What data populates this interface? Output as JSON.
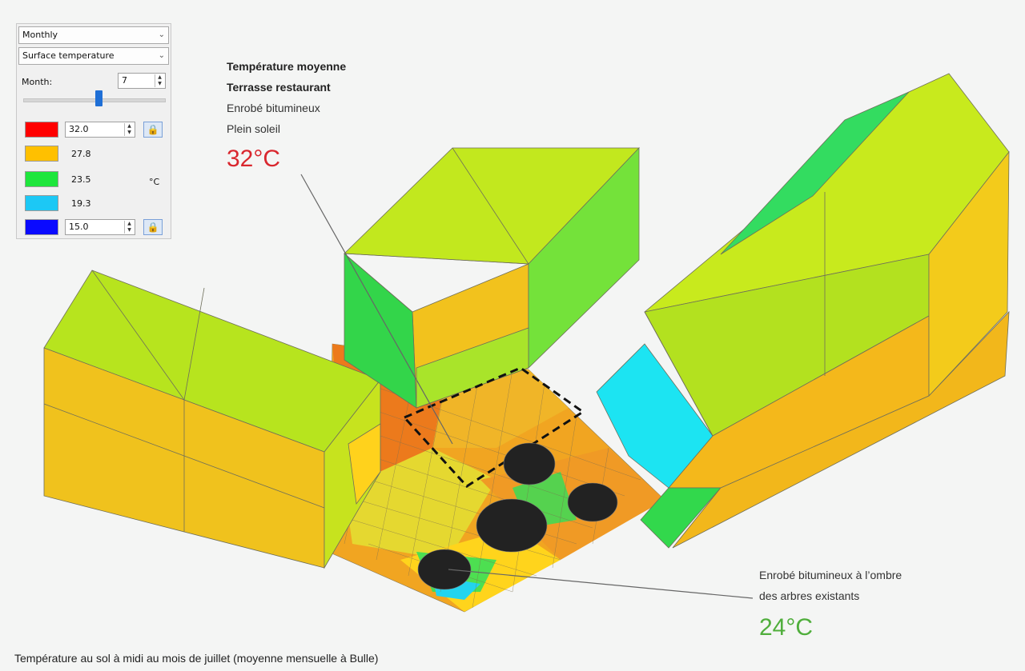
{
  "panel": {
    "period_select": "Monthly",
    "variable_select": "Surface temperature",
    "month_label": "Month:",
    "month_value": "7",
    "legend": [
      {
        "color": "#ff0000",
        "value": "32.0",
        "editable": true,
        "locked": true
      },
      {
        "color": "#ffc000",
        "value": "27.8",
        "editable": false,
        "locked": false
      },
      {
        "color": "#1ee63c",
        "value": "23.5",
        "editable": false,
        "locked": false
      },
      {
        "color": "#1cc8f5",
        "value": "19.3",
        "editable": false,
        "locked": false
      },
      {
        "color": "#0a0aff",
        "value": "15.0",
        "editable": true,
        "locked": true
      }
    ],
    "unit": "°C"
  },
  "annotation_top": {
    "line1": "Température moyenne",
    "line2": "Terrasse restaurant",
    "line3": "Enrobé bitumineux",
    "line4": "Plein soleil",
    "temp": "32°C",
    "temp_color": "#d9272e"
  },
  "annotation_bottom": {
    "line1": "Enrobé bitumineux à l’ombre",
    "line2": "des arbres existants",
    "temp": "24°C",
    "temp_color": "#4fae3b"
  },
  "caption": "Température au sol à midi au mois de juillet (moyenne mensuelle à Bulle)",
  "icons": [
    "chevron-down-icon",
    "lock-icon",
    "spinner-arrows-icon"
  ]
}
